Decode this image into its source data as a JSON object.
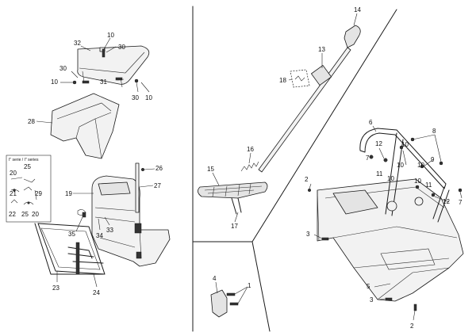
{
  "labels": {
    "l1": "1",
    "l2a": "2",
    "l2b": "2",
    "l3a": "3",
    "l3b": "3",
    "l4": "4",
    "l5": "5",
    "l6": "6",
    "l7a": "7",
    "l7b": "7",
    "l8": "8",
    "l9": "9",
    "l10a": "10",
    "l10b": "10",
    "l10c": "10",
    "l10d": "10",
    "l10e": "10",
    "l10f": "10",
    "l10g": "10",
    "l11a": "11",
    "l11b": "11",
    "l12a": "12",
    "l12b": "12",
    "l13": "13",
    "l14": "14",
    "l15": "15",
    "l16": "16",
    "l17": "17",
    "l18": "18",
    "l19": "19",
    "l20a": "20",
    "l20b": "20",
    "l21": "21",
    "l22": "22",
    "l23": "23",
    "l24": "24",
    "l25a": "25",
    "l25b": "25",
    "l26": "26",
    "l27": "27",
    "l28": "28",
    "l29": "29",
    "l30a": "30",
    "l30b": "30",
    "l30c": "30",
    "l31": "31",
    "l32": "32",
    "l33": "33",
    "l34": "34",
    "l35": "35"
  },
  "inset": {
    "series_text": "I\" serie / I\" series"
  }
}
